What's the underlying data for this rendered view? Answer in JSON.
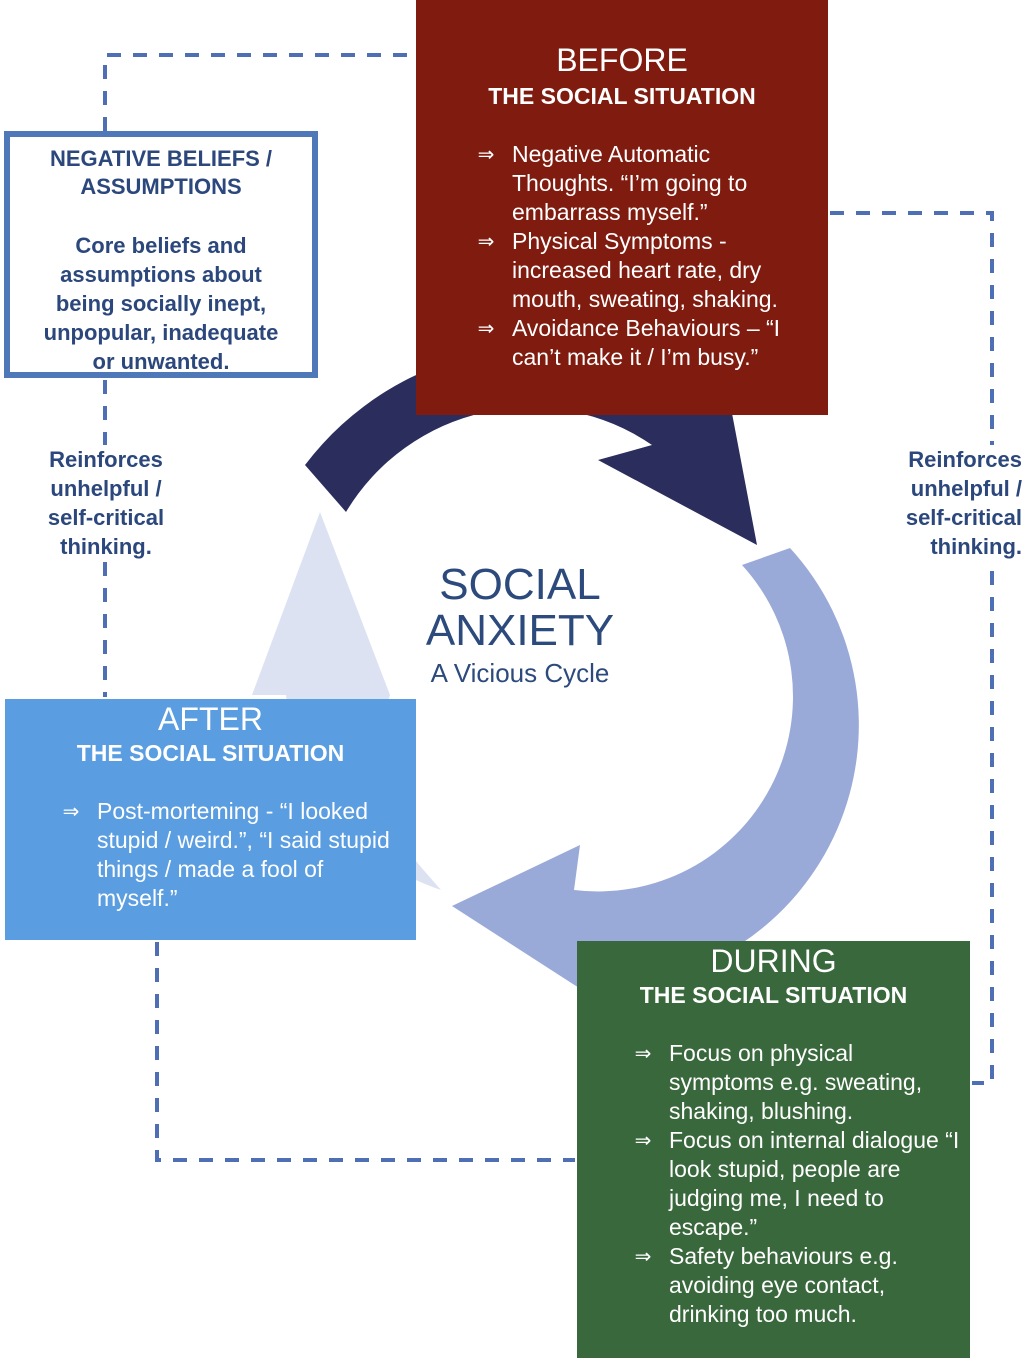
{
  "center": {
    "title_line1": "SOCIAL",
    "title_line2": "ANXIETY",
    "subtitle": "A Vicious Cycle"
  },
  "before": {
    "heading": "BEFORE",
    "subheading": "THE SOCIAL SITUATION",
    "bullets": [
      "Negative Automatic Thoughts. “I’m going to embarrass myself.”",
      "Physical Symptoms - increased heart rate, dry mouth, sweating, shaking.",
      "Avoidance Behaviours – “I can’t make it / I’m busy.”"
    ]
  },
  "during": {
    "heading": "DURING",
    "subheading": "THE SOCIAL SITUATION",
    "bullets": [
      "Focus on physical symptoms e.g. sweating, shaking, blushing.",
      "Focus on internal dialogue “I look stupid, people are judging me, I need to escape.”",
      "Safety behaviours e.g. avoiding eye contact, drinking too much."
    ]
  },
  "after": {
    "heading": "AFTER",
    "subheading": "THE SOCIAL SITUATION",
    "bullets": [
      "Post-morteming - “I looked stupid / weird.”, “I said stupid things / made a fool of myself.”"
    ]
  },
  "beliefs": {
    "title_line1": "NEGATIVE BELIEFS /",
    "title_line2": "ASSUMPTIONS",
    "body_line1": "Core beliefs and",
    "body_line2": "assumptions about",
    "body_line3": "being socially inept,",
    "body_line4": "unpopular, inadequate",
    "body_line5": "or unwanted."
  },
  "reinforce_left": {
    "line1": "Reinforces",
    "line2": "unhelpful /",
    "line3": "self-critical",
    "line4": "thinking."
  },
  "reinforce_right": {
    "line1": "Reinforces",
    "line2": "unhelpful /",
    "line3": "self-critical",
    "line4": "thinking."
  },
  "bullet_glyph": "⇒",
  "colors": {
    "before_box": "#7f1b0f",
    "during_box": "#39683c",
    "after_box": "#5a9de0",
    "beliefs_border": "#4f78b8",
    "text_navy": "#2b477c",
    "dashed_line": "#4f6fb5",
    "arrow_dark": "#2b2d5c",
    "arrow_medium": "#99a9d8",
    "arrow_light": "#dde2f2"
  }
}
